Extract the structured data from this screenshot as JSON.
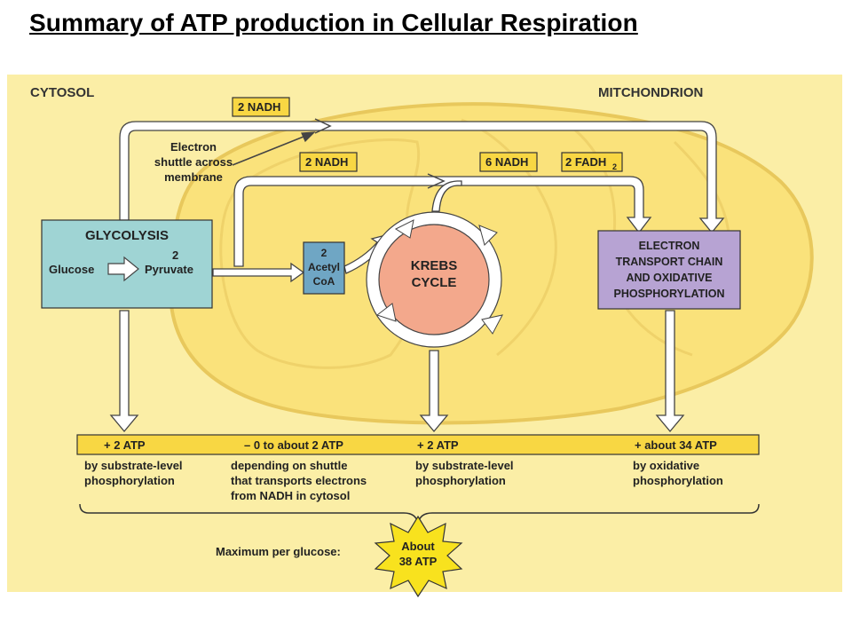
{
  "title": "Summary of ATP production in Cellular Respiration",
  "regions": {
    "cytosol": "CYTOSOL",
    "mitochondrion": "MITCHONDRION"
  },
  "carriers": {
    "nadh_shuttle": "2 NADH",
    "nadh_acetyl": "2 NADH",
    "nadh_krebs": "6 NADH",
    "fadh2_base": "2 FADH",
    "fadh2_sub": "2"
  },
  "shuttle_label": {
    "line1": "Electron",
    "line2": "shuttle across",
    "line3": "membrane"
  },
  "glycolysis": {
    "title": "GLYCOLYSIS",
    "glucose": "Glucose",
    "pyruvate_count": "2",
    "pyruvate": "Pyruvate"
  },
  "acetyl_coa": {
    "count": "2",
    "line1": "Acetyl",
    "line2": "CoA"
  },
  "krebs": {
    "line1": "KREBS",
    "line2": "CYCLE"
  },
  "etc": {
    "line1": "ELECTRON",
    "line2": "TRANSPORT CHAIN",
    "line3": "AND OXIDATIVE",
    "line4": "PHOSPHORYLATION"
  },
  "atp_bar": [
    {
      "amount": "+ 2 ATP",
      "desc1": "by substrate-level",
      "desc2": "phosphorylation",
      "desc3": ""
    },
    {
      "amount": "– 0 to about 2 ATP",
      "desc1": "depending on shuttle",
      "desc2": "that transports electrons",
      "desc3": "from NADH in cytosol"
    },
    {
      "amount": "+ 2 ATP",
      "desc1": "by substrate-level",
      "desc2": "phosphorylation",
      "desc3": ""
    },
    {
      "amount": "+ about 34 ATP",
      "desc1": "by oxidative",
      "desc2": "phosphorylation",
      "desc3": ""
    }
  ],
  "max_label": "Maximum per glucose:",
  "burst": {
    "line1": "About",
    "line2": "38 ATP"
  },
  "colors": {
    "background": "#fbeea6",
    "mitochondrion": "#fae27b",
    "glycolysis_box": "#9fd4d4",
    "acetyl_box": "#6fa6c4",
    "krebs": "#f3a88c",
    "etc_box": "#b7a3d3",
    "label_box": "#f8d743",
    "atp_bar": "#f8d743",
    "burst": "#f8e21e"
  }
}
